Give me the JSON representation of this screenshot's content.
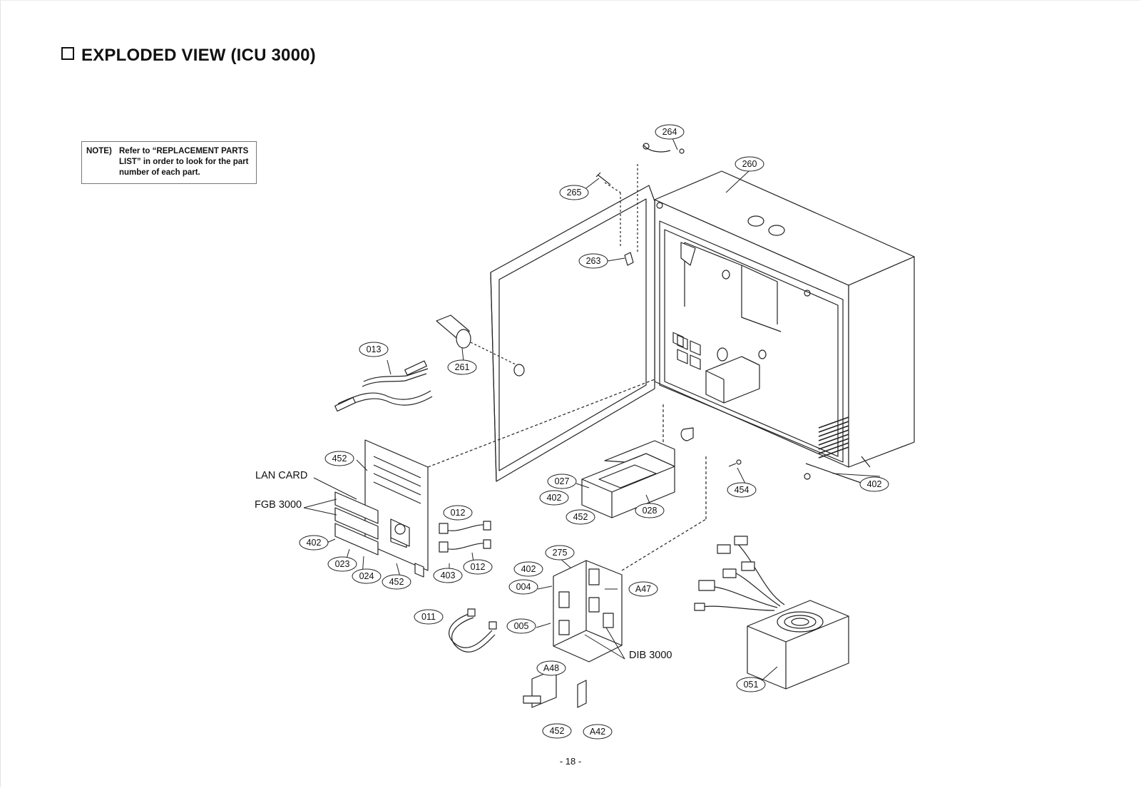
{
  "page": {
    "title": "EXPLODED VIEW (ICU 3000)",
    "note_tag": "NOTE)",
    "note_text": "Refer to “REPLACEMENT PARTS LIST” in order to look for the part number of each part.",
    "page_number": "- 18 -"
  },
  "labels": {
    "lan_card": "LAN CARD",
    "fgb": "FGB 3000",
    "dib": "DIB 3000"
  },
  "callouts": [
    "264",
    "260",
    "265",
    "263",
    "013",
    "261",
    "452",
    "027",
    "402",
    "028",
    "452",
    "454",
    "402",
    "012",
    "402",
    "012",
    "023",
    "024",
    "452",
    "403",
    "275",
    "402",
    "004",
    "A47",
    "011",
    "005",
    "A48",
    "452",
    "A42",
    "051"
  ]
}
